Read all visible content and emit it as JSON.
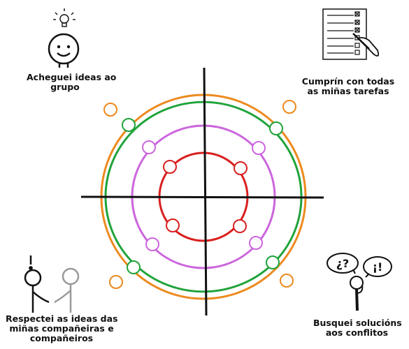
{
  "diagram": {
    "axis_color": "#111111",
    "rings": [
      {
        "name": "outer",
        "color": "#ec8a1e"
      },
      {
        "name": "third",
        "color": "#1fa33a"
      },
      {
        "name": "second",
        "color": "#cc66dd"
      },
      {
        "name": "inner",
        "color": "#d9201f"
      }
    ]
  },
  "quadrants": {
    "top_left": {
      "icon": "smiling-face-lightbulb-icon",
      "lines": [
        "Acheguei ideas ao",
        "grupo"
      ]
    },
    "top_right": {
      "icon": "checklist-hand-icon",
      "lines": [
        "Cumprín con todas",
        "as miñas tarefas"
      ]
    },
    "bottom_left": {
      "icon": "handshake-people-icon",
      "lines": [
        "Respectei as ideas das",
        "miñas compañeiras e",
        "compañeiros"
      ]
    },
    "bottom_right": {
      "icon": "person-thinking-questions-icon",
      "lines": [
        "Busquei solucións",
        "aos conflitos"
      ]
    },
    "speech_question": "¿?",
    "speech_exclaim": "¡!",
    "exclaim_mark": "!"
  }
}
